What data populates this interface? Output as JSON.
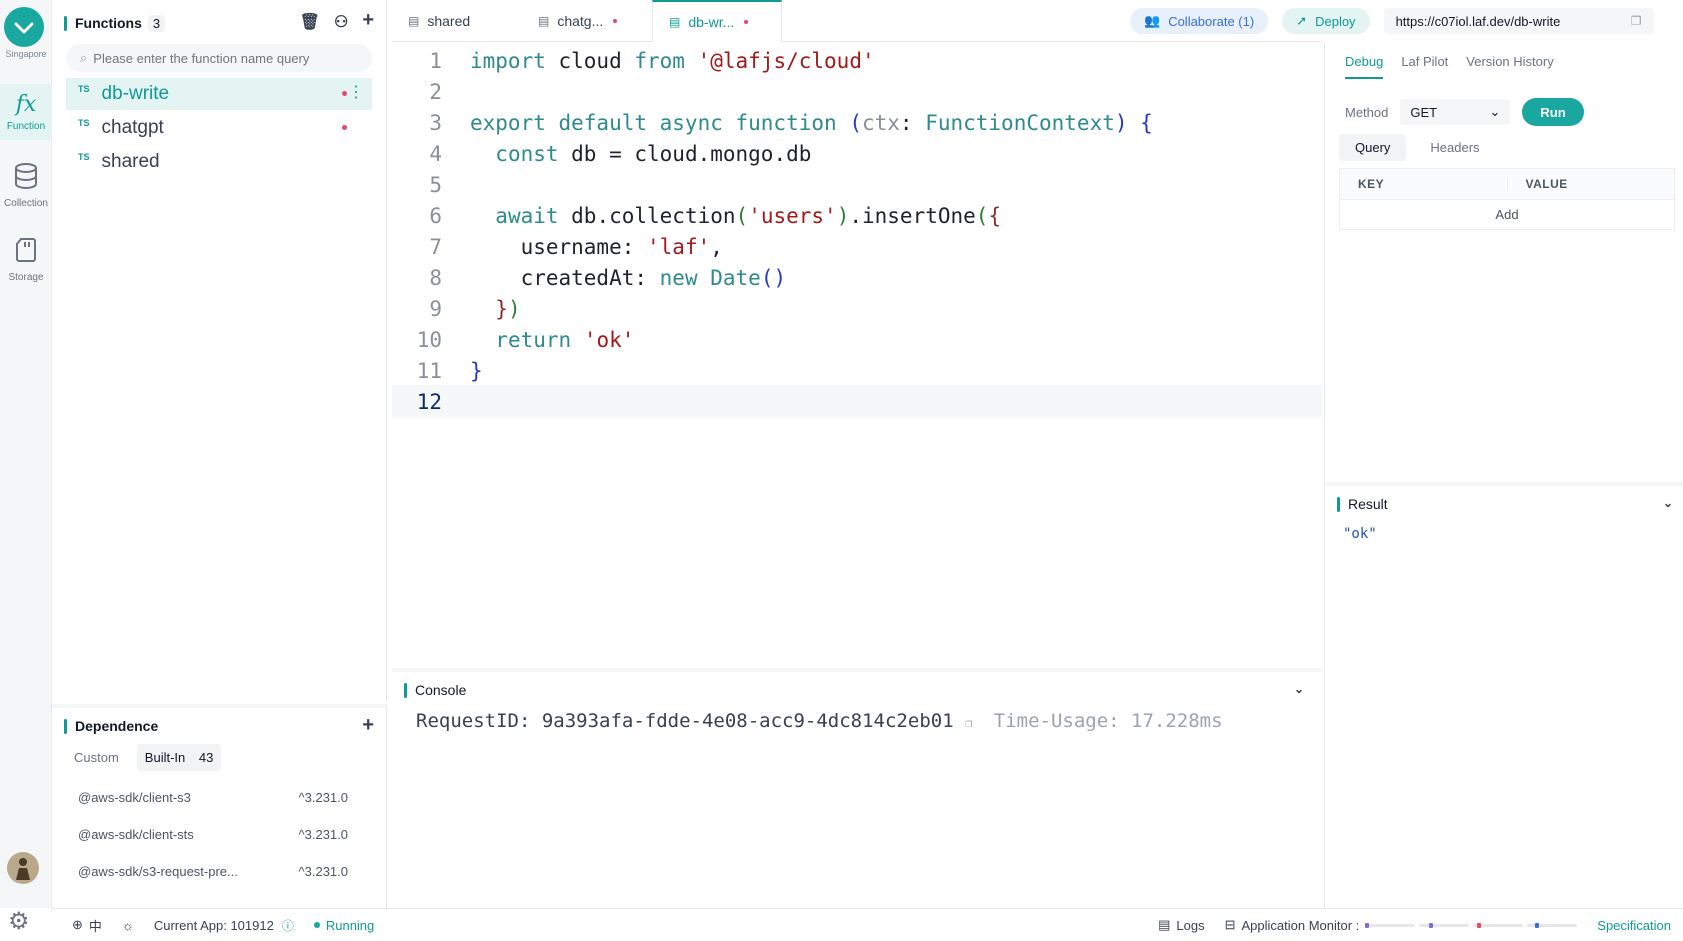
{
  "rail": {
    "region": "Singapore",
    "items": [
      {
        "label": "Function",
        "icon": "function-icon"
      },
      {
        "label": "Collection",
        "icon": "database-icon"
      },
      {
        "label": "Storage",
        "icon": "storage-icon"
      }
    ]
  },
  "functions": {
    "title": "Functions",
    "count": "3",
    "search_placeholder": "Please enter the function name query",
    "items": [
      {
        "lang": "TS",
        "name": "db-write",
        "modified": true,
        "active": true
      },
      {
        "lang": "TS",
        "name": "chatgpt",
        "modified": true,
        "active": false
      },
      {
        "lang": "TS",
        "name": "shared",
        "modified": false,
        "active": false
      }
    ]
  },
  "dependence": {
    "title": "Dependence",
    "tabs": {
      "custom": "Custom",
      "builtin": "Built-In",
      "builtin_count": "43"
    },
    "items": [
      {
        "name": "@aws-sdk/client-s3",
        "version": "^3.231.0"
      },
      {
        "name": "@aws-sdk/client-sts",
        "version": "^3.231.0"
      },
      {
        "name": "@aws-sdk/s3-request-pre...",
        "version": "^3.231.0"
      }
    ]
  },
  "editor": {
    "tabs": [
      {
        "label": "shared",
        "modified": false
      },
      {
        "label": "chatg...",
        "modified": true
      },
      {
        "label": "db-wr...",
        "modified": true
      }
    ],
    "current_line": 12
  },
  "topbar": {
    "collaborate": "Collaborate (1)",
    "deploy": "Deploy",
    "url": "https://c07iol.laf.dev/db-write"
  },
  "console": {
    "title": "Console",
    "request_id": "RequestID: 9a393afa-fdde-4e08-acc9-4dc814c2eb01",
    "time_usage": "Time-Usage: 17.228ms"
  },
  "debug": {
    "tabs": [
      "Debug",
      "Laf Pilot",
      "Version History"
    ],
    "method_label": "Method",
    "method_value": "GET",
    "run_label": "Run",
    "query_tabs": [
      "Query",
      "Headers"
    ],
    "table_headers": [
      "KEY",
      "VALUE"
    ],
    "add_label": "Add"
  },
  "result": {
    "title": "Result",
    "value": "\"ok\""
  },
  "footer": {
    "language": "中",
    "current_app": "Current App: 101912",
    "status": "Running",
    "logs": "Logs",
    "monitor": "Application Monitor :",
    "specification": "Specification"
  },
  "colors": {
    "accent": "#1aa7a0",
    "modified_dot": "#e5486b",
    "collaborate": "#3b6fd4"
  }
}
